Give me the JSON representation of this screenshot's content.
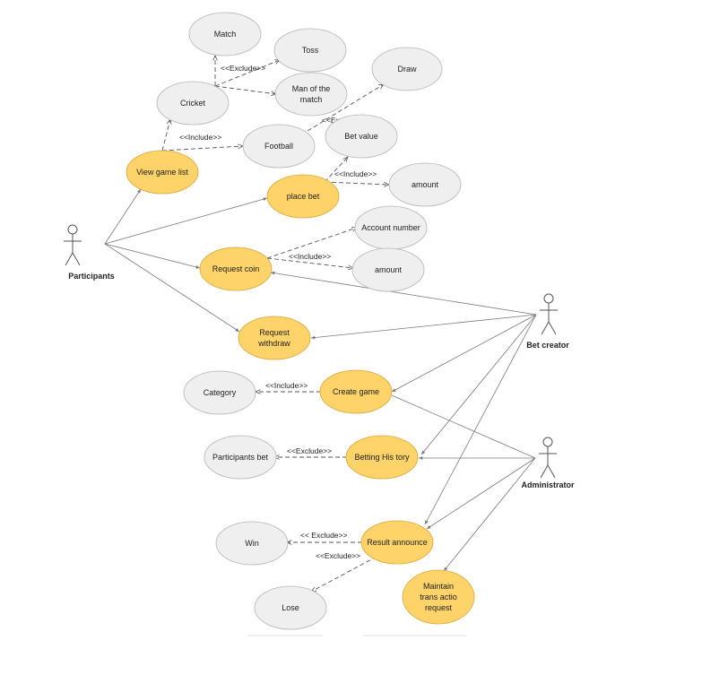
{
  "colors": {
    "primary_fill": "#fdd36a",
    "primary_stroke": "#d9a83a",
    "secondary_fill": "#efefef",
    "secondary_stroke": "#b5b5b5",
    "line": "#7a7a7a"
  },
  "actors": {
    "participants": "Participants",
    "bet_creator": "Bet creator",
    "administrator": "Administrator"
  },
  "use_cases": {
    "match": "Match",
    "toss": "Toss",
    "draw": "Draw",
    "cricket": "Cricket",
    "man_of_match": [
      "Man of the",
      "match"
    ],
    "football": "Football",
    "bet_value": "Bet value",
    "view_game_list": "View game list",
    "place_bet": "place bet",
    "amount_bet": "amount",
    "account_number": "Account number",
    "request_coin": "Request coin",
    "amount_coin": "amount",
    "request_withdraw": [
      "Request",
      "withdraw"
    ],
    "category": "Category",
    "create_game": "Create game",
    "participants_bet": "Participants  bet",
    "betting_history": "Betting His tory",
    "win": "Win",
    "result_announce": "Result announce",
    "lose": "Lose",
    "maintain": [
      "Maintain",
      "trans actio",
      "request"
    ]
  },
  "relations": {
    "exclude_match": "<<Exclude>>",
    "include_football": "<<Include>>",
    "exclude_draw": "<<Exclude>>",
    "include_bet": "<<Include>>",
    "include_coin": "<<Include>>",
    "include_category": "<<Include>>",
    "exclude_history": "<<Exclude>>",
    "exclude_win": "<< Exclude>>",
    "exclude_lose": "<<Exclude>>"
  }
}
